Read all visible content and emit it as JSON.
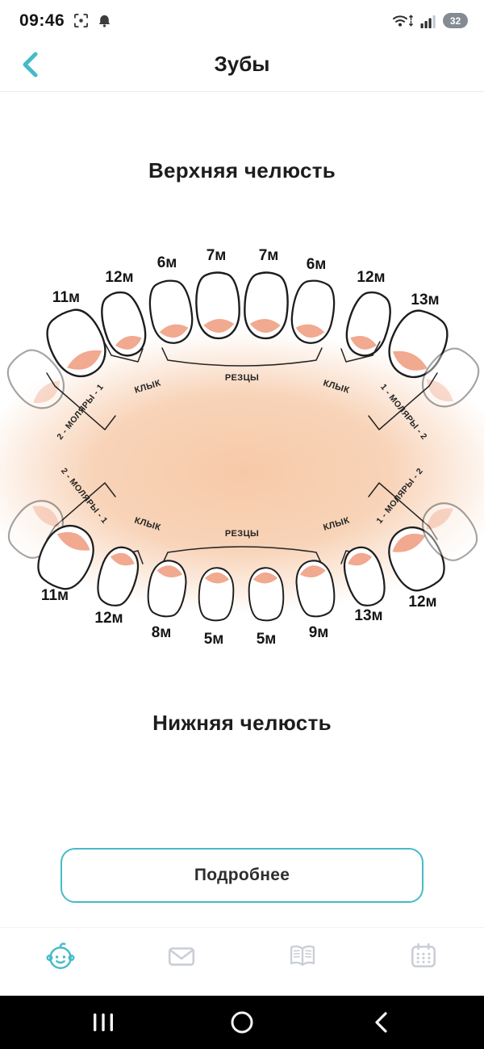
{
  "colors": {
    "accent": "#45BBC9",
    "peach": "#F6C7A4",
    "gum": "#F1A98F",
    "inactive_icon": "#C9CED6"
  },
  "status_bar": {
    "time": "09:46",
    "battery_percent": "32"
  },
  "header": {
    "title": "Зубы"
  },
  "upper_jaw": {
    "heading": "Верхняя челюсть",
    "teeth": [
      "11м",
      "12м",
      "6м",
      "7м",
      "7м",
      "6м",
      "12м",
      "13м"
    ],
    "groups": {
      "molars_left": "2 - МОЛЯРЫ - 1",
      "canine_left": "КЛЫК",
      "incisors": "РЕЗЦЫ",
      "canine_right": "КЛЫК",
      "molars_right": "1 - МОЛЯРЫ - 2"
    }
  },
  "lower_jaw": {
    "heading": "Нижняя челюсть",
    "teeth": [
      "11м",
      "12м",
      "8м",
      "5м",
      "5м",
      "9м",
      "13м",
      "12м"
    ],
    "groups": {
      "molars_left": "2 - МОЛЯРЫ - 1",
      "canine_left": "КЛЫК",
      "incisors": "РЕЗЦЫ",
      "canine_right": "КЛЫК",
      "molars_right": "1 - МОЛЯРЫ - 2"
    }
  },
  "details_button": {
    "label": "Подробнее"
  },
  "bottom_nav": {
    "items": [
      {
        "icon": "baby-face-icon",
        "active": true
      },
      {
        "icon": "envelope-icon",
        "active": false
      },
      {
        "icon": "open-book-icon",
        "active": false
      },
      {
        "icon": "calendar-icon",
        "active": false
      }
    ]
  },
  "android_nav": {
    "icons": [
      "recents",
      "home",
      "back"
    ]
  }
}
